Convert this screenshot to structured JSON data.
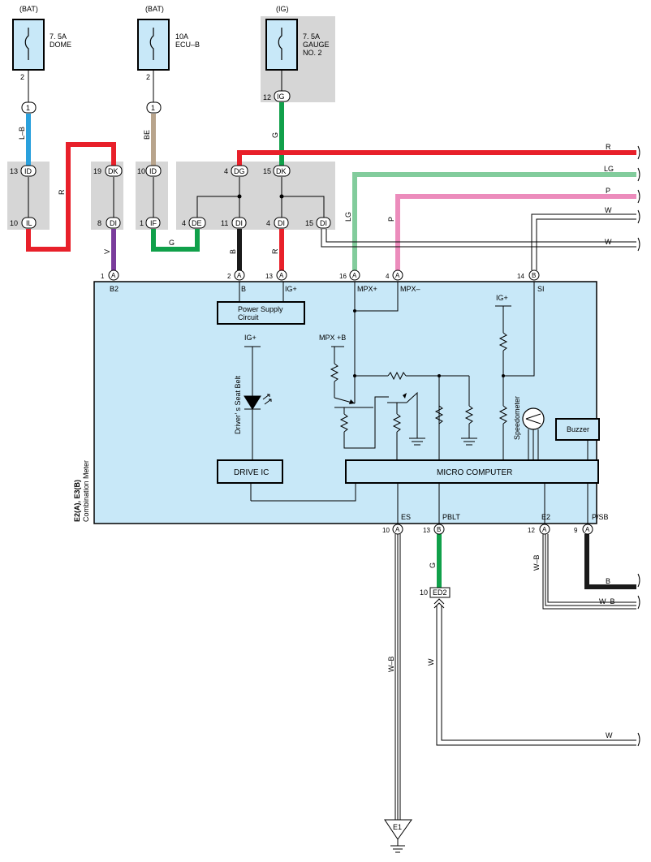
{
  "fuses": {
    "dome": {
      "source": "(BAT)",
      "rating": "7. 5A",
      "name": "DOME",
      "pin": "2"
    },
    "ecub": {
      "source": "(BAT)",
      "rating": "10A",
      "name": "ECU–B",
      "pin": "2"
    },
    "gauge": {
      "source": "(IG)",
      "rating": "7. 5A",
      "name1": "GAUGE",
      "name2": "NO. 2",
      "pin": "12"
    }
  },
  "connectors": {
    "c1a": "1",
    "c1b": "1",
    "cig": "IG",
    "id1": "ID",
    "id1_pin": "13",
    "dk1": "DK",
    "dk1_pin": "19",
    "id2": "ID",
    "id2_pin": "10",
    "dg": "DG",
    "dg_pin": "4",
    "dk2": "DK",
    "dk2_pin": "15",
    "il": "IL",
    "il_pin": "10",
    "di1": "DI",
    "di1_pin": "8",
    "if": "IF",
    "if_pin": "1",
    "de": "DE",
    "de_pin": "4",
    "di2": "DI",
    "di2_pin": "11",
    "di3": "DI",
    "di3_pin": "4",
    "di4": "DI",
    "di4_pin": "15",
    "ed2": "ED2",
    "ed2_pin": "10",
    "e1": "E1"
  },
  "wires": {
    "lb": "L–B",
    "be": "BE",
    "g_top": "G",
    "r_left": "R",
    "v": "V",
    "g_bottom": "G",
    "b": "B",
    "r_mid": "R",
    "lg_vert": "LG",
    "p_vert": "P",
    "r_right": "R",
    "lg_right": "LG",
    "p_right": "P",
    "w1": "W",
    "w2": "W",
    "b_right": "B",
    "wb_right": "W–B",
    "g_ed2": "G",
    "wb_vert": "W–B",
    "w_vert": "W",
    "w_bottom": "W",
    "wb_e2": "W–B"
  },
  "meter_pins": {
    "top": [
      {
        "num": "1",
        "conn": "A",
        "label": "B2"
      },
      {
        "num": "2",
        "conn": "A",
        "label": "B"
      },
      {
        "num": "13",
        "conn": "A",
        "label": "IG+"
      },
      {
        "num": "16",
        "conn": "A",
        "label": "MPX+"
      },
      {
        "num": "4",
        "conn": "A",
        "label": "MPX–"
      },
      {
        "num": "14",
        "conn": "B",
        "label": "SI"
      }
    ],
    "bottom": [
      {
        "num": "10",
        "conn": "A",
        "label": "ES"
      },
      {
        "num": "13",
        "conn": "B",
        "label": "PBLT"
      },
      {
        "num": "12",
        "conn": "A",
        "label": "E2"
      },
      {
        "num": "9",
        "conn": "A",
        "label": "P/SB"
      }
    ]
  },
  "meter": {
    "side_label1": "E2(A), E3(B)",
    "side_label2": "Combination Meter",
    "power_supply_1": "Power Supply",
    "power_supply_2": "Circuit",
    "drive_ic": "DRIVE IC",
    "micro": "MICRO COMPUTER",
    "buzzer": "Buzzer",
    "seat_belt": "Driver’ s Seat Belt",
    "speedometer": "Speedometer",
    "ig1": "IG+",
    "ig2": "IG+",
    "mpxb": "MPX +B"
  },
  "colors": {
    "red": "#e8202a",
    "blue": "#2aa0dc",
    "tan": "#b8a48c",
    "green": "#10a04a",
    "light_green": "#82cc9c",
    "pink": "#ec8cbc",
    "purple": "#7a3c9c",
    "black": "#1a1a1a",
    "meter_bg": "#c8e8f8",
    "junction_bg": "#d6d6d6"
  }
}
